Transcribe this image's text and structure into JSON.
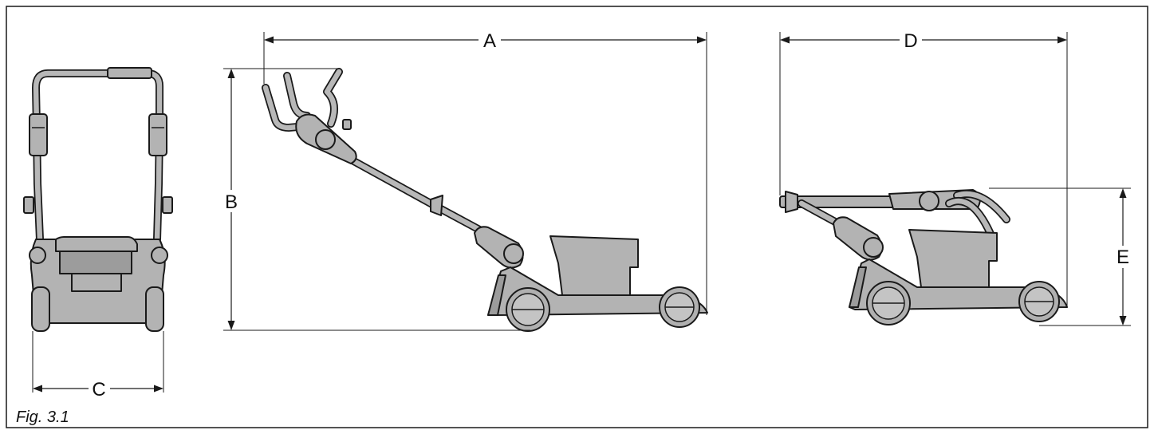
{
  "figure": {
    "caption": "Fig. 3.1",
    "dimension_labels": {
      "a": "A",
      "b": "B",
      "c": "C",
      "d": "D",
      "e": "E"
    }
  },
  "colors": {
    "body_fill": "#b3b3b3",
    "outline": "#1a1a1a",
    "background": "#ffffff"
  }
}
